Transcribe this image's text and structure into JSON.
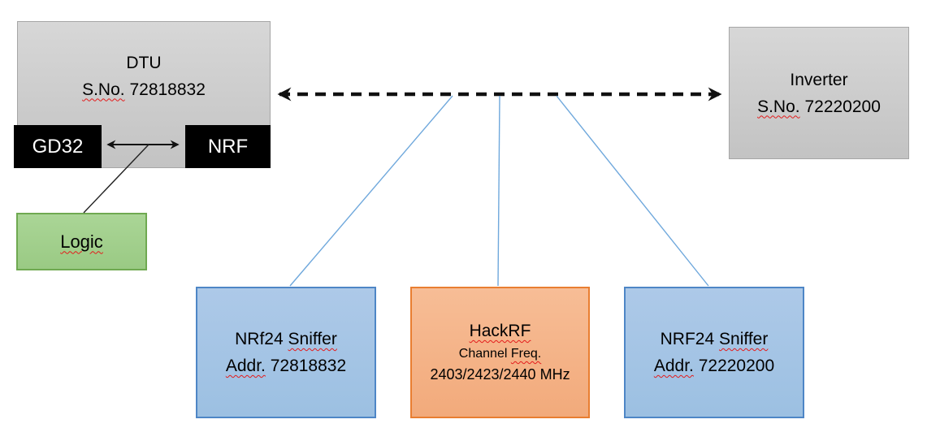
{
  "colors": {
    "gray_fill": "#cccccc",
    "gray_border": "#a6a6a6",
    "chip_fill": "#000000",
    "chip_text": "#ffffff",
    "green_fill": "#a3d08e",
    "green_border": "#6fa951",
    "blue_fill": "#a5c5e5",
    "blue_border": "#4e86c6",
    "orange_fill": "#f5b183",
    "orange_border": "#e97e31",
    "connector_blue": "#6fa8dc",
    "arrow_black": "#111111",
    "spellcheck_red": "#e31b1b"
  },
  "dtu": {
    "title": "DTU",
    "serial_label": "S.No.",
    "serial_value": "72818832",
    "chip_left": "GD32",
    "chip_right": "NRF"
  },
  "logic": {
    "label": "Logic"
  },
  "inverter": {
    "title": "Inverter",
    "serial_label": "S.No.",
    "serial_value": "72220200"
  },
  "sniffer_left": {
    "name_prefix": "NRf24",
    "name_word": "Sniffer",
    "addr_label": "Addr.",
    "addr_value": "72818832"
  },
  "hackrf": {
    "title": "HackRF",
    "channel_word": "Channel",
    "freq_word": "Freq.",
    "frequencies": "2403/2423/2440 MHz"
  },
  "sniffer_right": {
    "name_prefix": "NRF24",
    "name_word": "Sniffer",
    "addr_label": "Addr.",
    "addr_value": "72220200"
  }
}
